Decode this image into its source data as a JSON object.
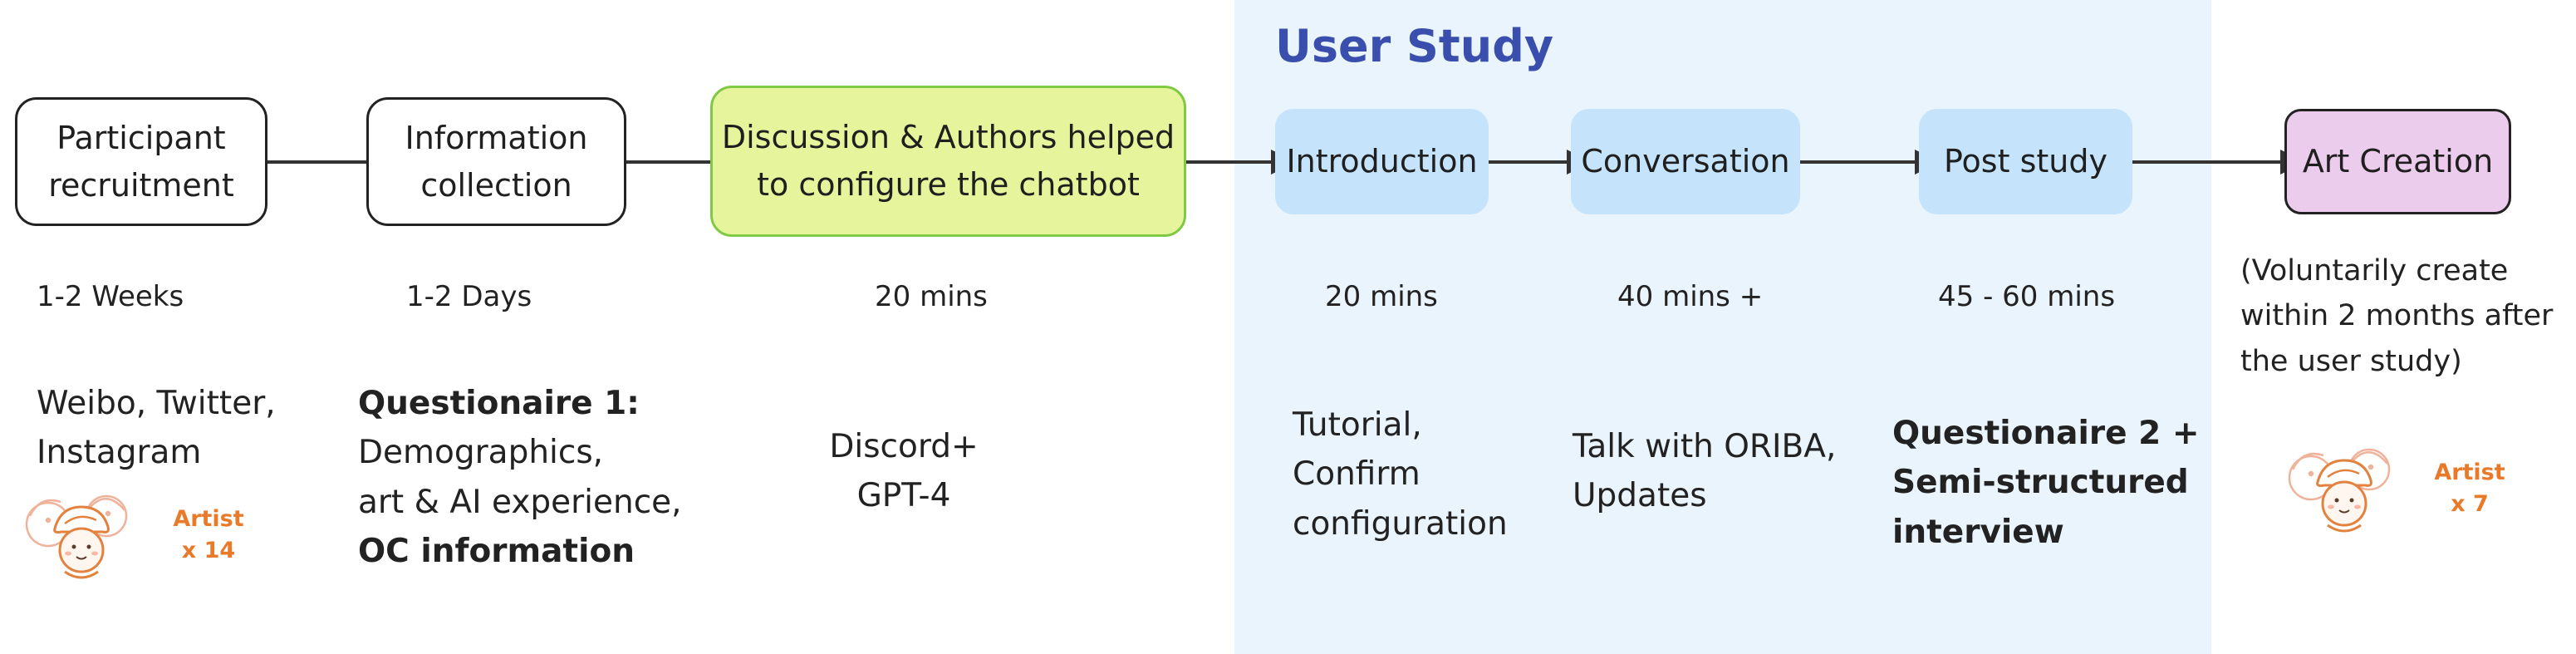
{
  "panel": {
    "title": "User Study"
  },
  "steps": [
    {
      "id": "recruit",
      "lines": [
        "Participant",
        "recruitment"
      ]
    },
    {
      "id": "info",
      "lines": [
        "Information",
        "collection"
      ]
    },
    {
      "id": "discussion",
      "lines": [
        "Discussion & Authors helped",
        "to configure the chatbot"
      ]
    },
    {
      "id": "intro",
      "lines": [
        "Introduction"
      ]
    },
    {
      "id": "conversation",
      "lines": [
        "Conversation"
      ]
    },
    {
      "id": "post",
      "lines": [
        "Post study"
      ]
    },
    {
      "id": "art",
      "lines": [
        "Art Creation"
      ]
    }
  ],
  "durations": {
    "recruit": "1-2 Weeks",
    "info": "1-2 Days",
    "discussion": "20 mins",
    "intro": "20 mins",
    "conversation": "40 mins +",
    "post": "45 - 60 mins",
    "art": [
      "(Voluntarily create",
      "within 2 months after",
      "the user study)"
    ]
  },
  "notes": {
    "recruit": [
      "Weibo, Twitter,",
      "Instagram"
    ],
    "info": {
      "heading": "Questionaire 1:",
      "lines": [
        "Demographics,",
        "art & AI experience,"
      ],
      "bold_tail": "OC information"
    },
    "discussion": [
      "Discord+",
      "GPT-4"
    ],
    "intro": [
      "Tutorial,",
      "Confirm",
      "configuration"
    ],
    "conversation": [
      "Talk with ORIBA,",
      "Updates"
    ],
    "post": [
      "Questionaire 2 +",
      "Semi-structured",
      "interview"
    ]
  },
  "artists": [
    {
      "label": "Artist",
      "count": "x 14"
    },
    {
      "label": "Artist",
      "count": "x 7"
    }
  ],
  "colors": {
    "panel_bg": "#e9f4fd",
    "panel_title": "#3a4fad",
    "green_box": "#e6f59c",
    "green_border": "#7fc944",
    "blue_box": "#c5e3fa",
    "pink_box": "#ecccec",
    "artist_accent": "#e87a2a"
  }
}
